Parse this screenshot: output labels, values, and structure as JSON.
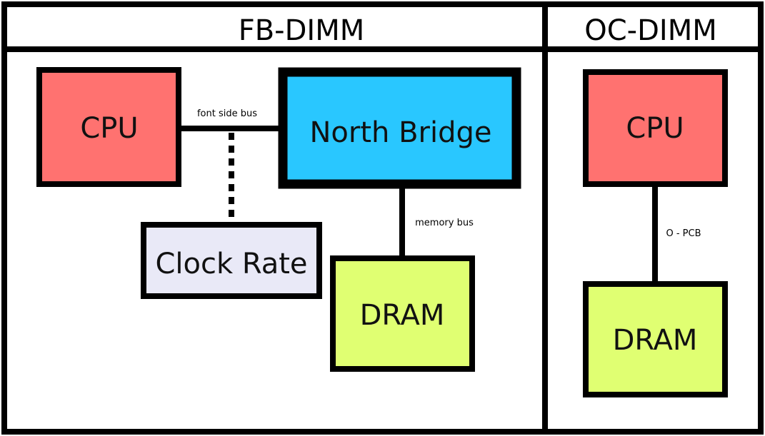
{
  "panels": {
    "fb": {
      "title": "FB-DIMM"
    },
    "oc": {
      "title": "OC-DIMM"
    }
  },
  "fb_dimm": {
    "cpu": {
      "label": "CPU"
    },
    "north_bridge": {
      "label": "North Bridge"
    },
    "clock_rate": {
      "label": "Clock Rate"
    },
    "dram": {
      "label": "DRAM"
    },
    "front_side_bus_label": "font side bus",
    "memory_bus_label": "memory bus"
  },
  "oc_dimm": {
    "cpu": {
      "label": "CPU"
    },
    "dram": {
      "label": "DRAM"
    },
    "link_label": "O - PCB"
  },
  "colors": {
    "cpu": "#ff7270",
    "north_bridge": "#29c7ff",
    "clock_rate": "#e9e9f7",
    "dram": "#e0ff72",
    "stroke": "#000000"
  }
}
